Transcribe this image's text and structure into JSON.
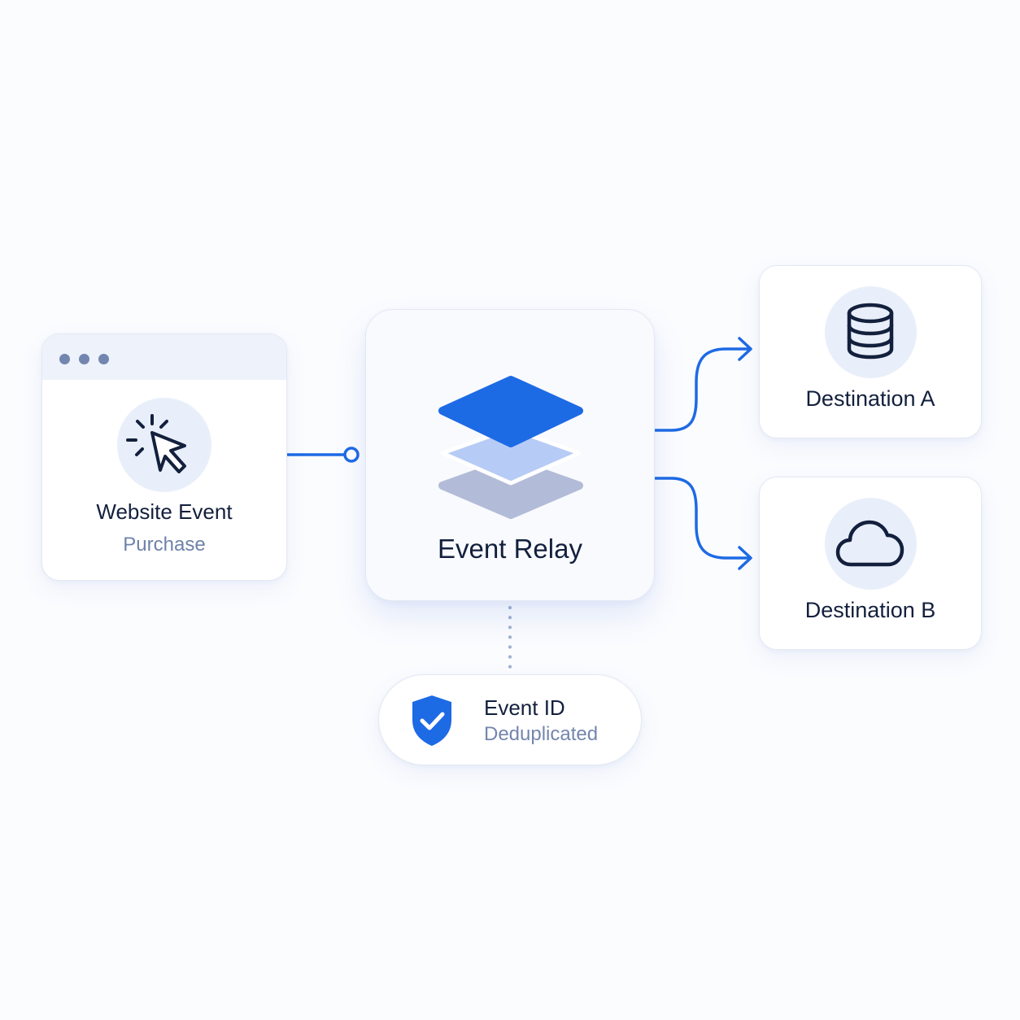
{
  "source": {
    "title": "Website Event",
    "subtitle": "Purchase",
    "icon": "cursor-click-icon"
  },
  "relay": {
    "title": "Event Relay",
    "icon": "layers-icon"
  },
  "destinations": [
    {
      "title": "Destination A",
      "icon": "database-icon"
    },
    {
      "title": "Destination B",
      "icon": "cloud-icon"
    }
  ],
  "dedup": {
    "title": "Event ID",
    "subtitle": "Deduplicated",
    "icon": "shield-check-icon"
  },
  "colors": {
    "accent": "#1d6ae5",
    "navy": "#13203d",
    "muted_text": "#6e82ab",
    "icon_bg": "#e9effa"
  }
}
